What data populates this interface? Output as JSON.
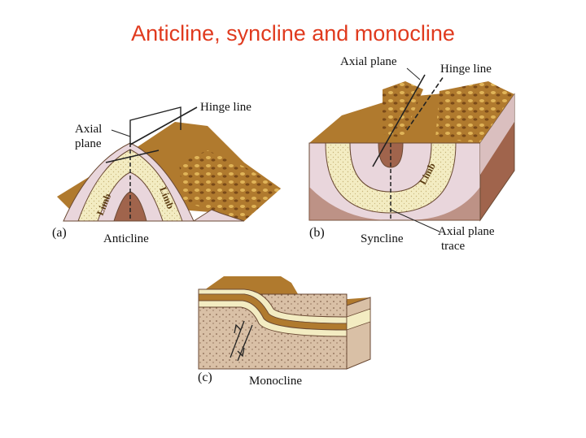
{
  "title": "Anticline, syncline and monocline",
  "panels": {
    "a": {
      "letter": "(a)",
      "caption": "Anticline",
      "labels": {
        "axial_plane_1": "Axial",
        "axial_plane_2": "plane",
        "hinge_line": "Hinge line",
        "limb_left": "Limb",
        "limb_right": "Limb"
      }
    },
    "b": {
      "letter": "(b)",
      "caption": "Syncline",
      "labels": {
        "axial_plane": "Axial plane",
        "hinge_line": "Hinge line",
        "limb": "Limb",
        "trace_1": "Axial plane",
        "trace_2": "trace"
      }
    },
    "c": {
      "letter": "(c)",
      "caption": "Monocline"
    }
  },
  "colors": {
    "title": "#e03a1e",
    "surface": "#b07a2e",
    "surface_dark": "#7a4a18",
    "limb_band": "#f3ecc2",
    "pink_band": "#e9d6dc",
    "brown_core": "#a0644c",
    "soil": "#d9c0a6"
  }
}
